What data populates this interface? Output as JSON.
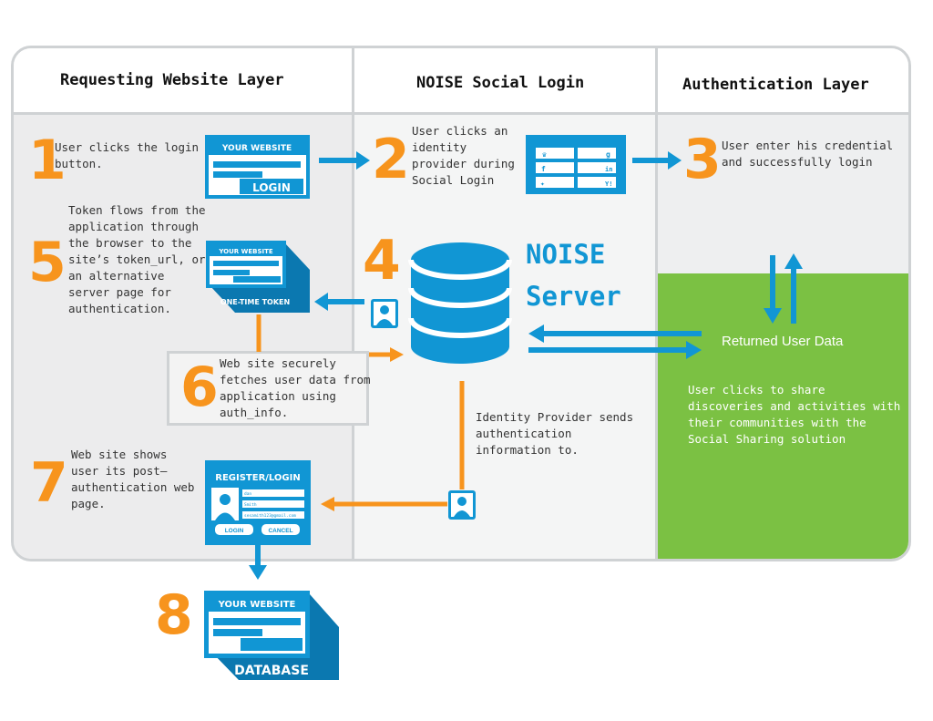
{
  "columns": {
    "requesting": "Requesting Website Layer",
    "social": "NOISE Social Login",
    "auth": "Authentication Layer"
  },
  "steps": [
    {
      "number": "1",
      "text": "User clicks the login\nbutton."
    },
    {
      "number": "2",
      "text": "User clicks an\nidentity\nprovider during\nSocial Login"
    },
    {
      "number": "3",
      "text": "User enter his credential\nand successfully login"
    },
    {
      "number": "4",
      "text": ""
    },
    {
      "number": "5",
      "text": "Token flows from the\napplication through\nthe browser to the\nsite’s token_url, or\nan alternative\nserver page for\nauthentication."
    },
    {
      "number": "6",
      "text": "Web site securely\nfetches user data from\napplication using\nauth_info."
    },
    {
      "number": "7",
      "text": "Web site shows\nuser its post—\nauthentication web\npage."
    },
    {
      "number": "8",
      "text": ""
    }
  ],
  "server": {
    "line1": "NOISE",
    "line2": "Server"
  },
  "identity_provider_text": "Identity Provider sends\nauthentication\ninformation to.",
  "returned_user_data": "Returned User Data",
  "share_text": "User clicks to share\ndiscoveries and activities with\ntheir communities with the\nSocial Sharing solution",
  "icons": {
    "your_website": "YOUR WEBSITE",
    "login": "LOGIN",
    "one_time_token": "ONE-TIME TOKEN",
    "register_login": "REGISTER/LOGIN",
    "form_login": "LOGIN",
    "form_cancel": "CANCEL",
    "database": "DATABASE",
    "form_field_1": "dan",
    "form_field_2": "Smith",
    "form_field_3": "sesamith123@gmail.com"
  },
  "colors": {
    "blue": "#1196d4",
    "orange": "#f7941d",
    "green": "#7bc143",
    "border": "#cfd2d4"
  }
}
